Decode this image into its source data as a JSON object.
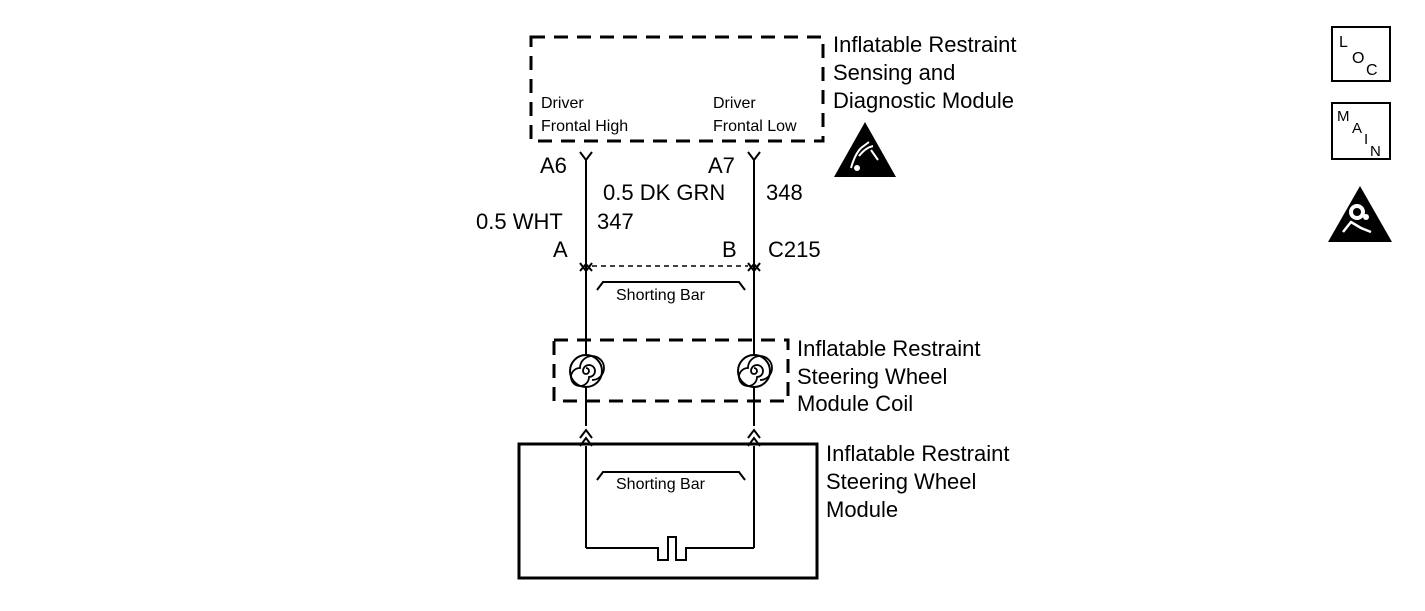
{
  "sdm": {
    "title_lines": [
      "Inflatable Restraint",
      "Sensing and",
      "Diagnostic Module"
    ],
    "left_circuit_lines": [
      "Driver",
      "Frontal High"
    ],
    "right_circuit_lines": [
      "Driver",
      "Frontal Low"
    ]
  },
  "pins": {
    "left_top": "A6",
    "right_top": "A7",
    "left_bottom": "A",
    "right_bottom": "B",
    "connector": "C215"
  },
  "wires": {
    "left_wire_label": "0.5 WHT",
    "left_circuit_number": "347",
    "right_wire_label": "0.5 DK GRN",
    "right_circuit_number": "348"
  },
  "shorting_bar_label": "Shorting Bar",
  "coil": {
    "title_lines": [
      "Inflatable Restraint",
      "Steering Wheel",
      "Module Coil"
    ]
  },
  "module": {
    "title_lines": [
      "Inflatable Restraint",
      "Steering Wheel",
      "Module"
    ],
    "shorting_bar_label": "Shorting Bar"
  },
  "nav_icons": {
    "loc": [
      "L",
      "O",
      "C"
    ],
    "main": [
      "M",
      "A",
      "I",
      "N"
    ]
  },
  "icons": [
    "esd-warning-icon",
    "airbag-warning-icon",
    "loc-button-icon",
    "main-button-icon"
  ]
}
